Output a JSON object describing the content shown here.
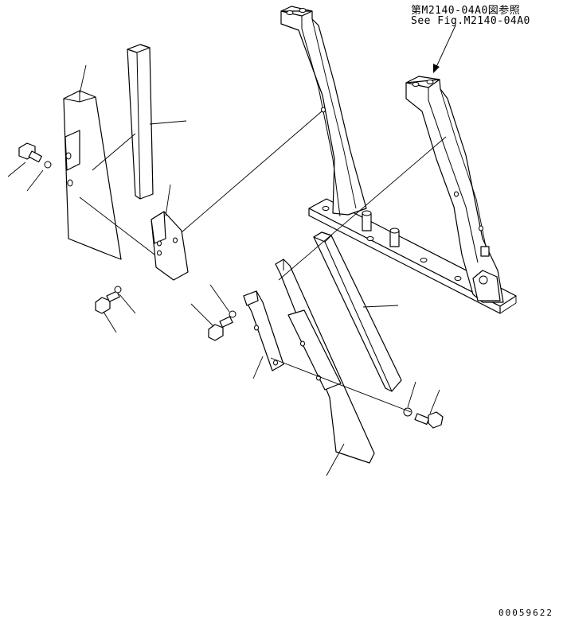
{
  "reference": {
    "japanese": "第M2140-04A0図参照",
    "english": "See Fig.M2140-04A0"
  },
  "document_number": "00059622",
  "colors": {
    "line": "#000000",
    "background": "#ffffff"
  }
}
